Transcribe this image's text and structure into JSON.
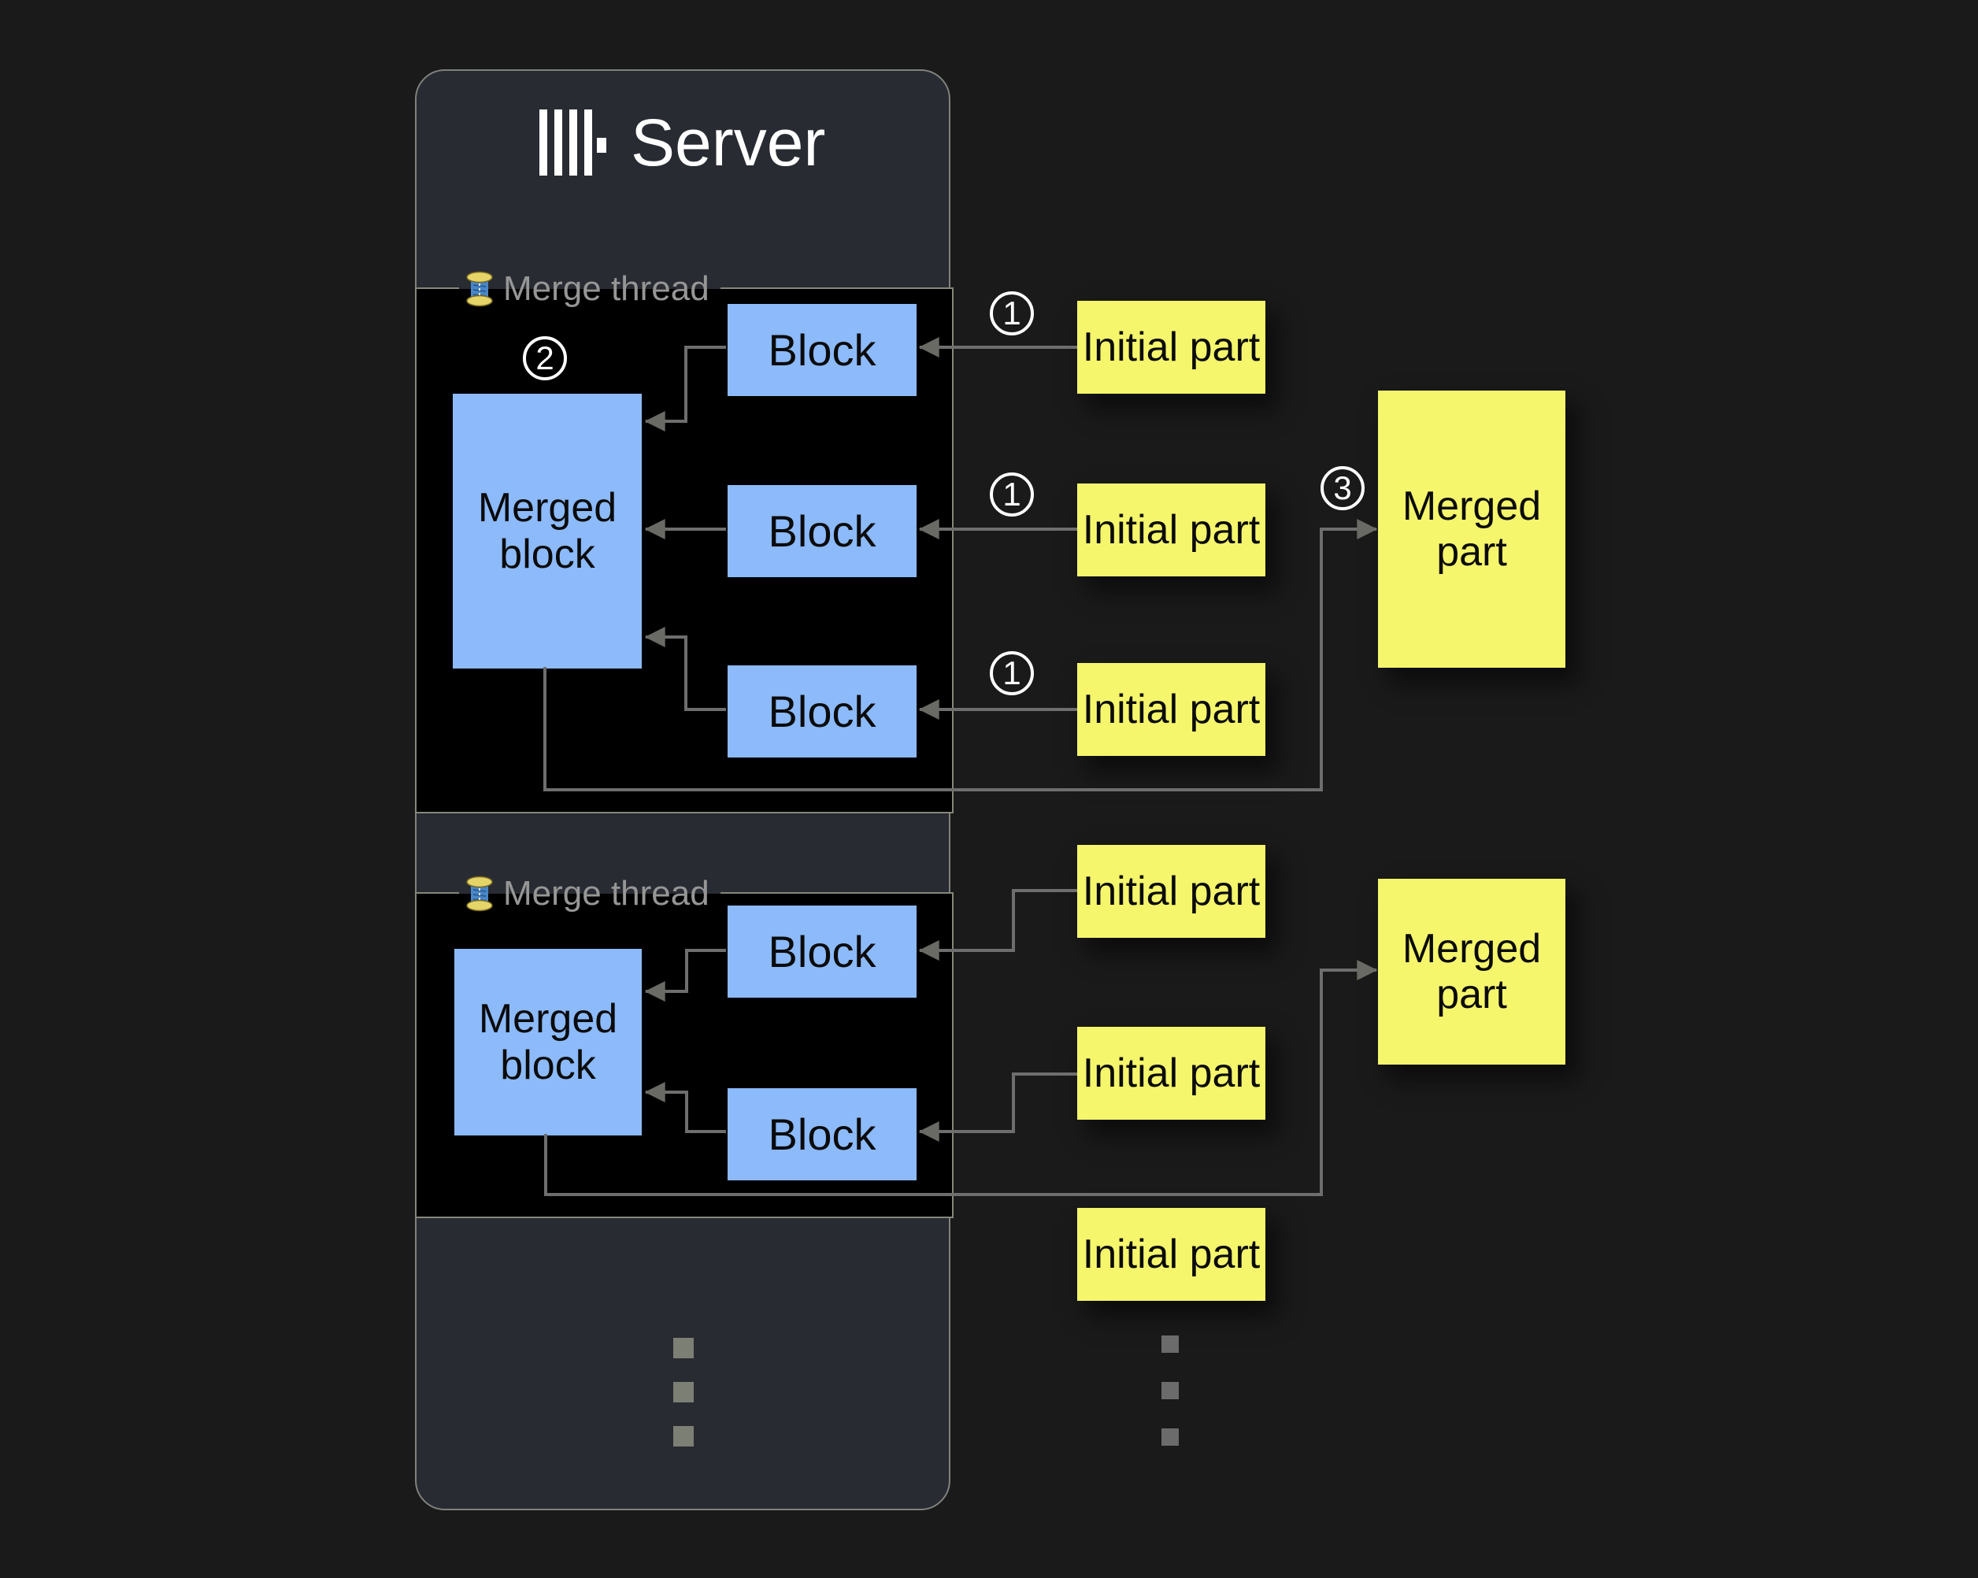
{
  "app": {
    "title": "Server"
  },
  "icons": {
    "logo": "clickhouse-logo-icon",
    "thread": "thread-spool-icon",
    "ellipsis": "vertical-ellipsis-dots"
  },
  "colors": {
    "background": "#1a1a1a",
    "card": "#282b32",
    "thread_box": "#000000",
    "block_blue": "#8cbafa",
    "part_yellow": "#f5f66c",
    "line_gray": "#6e6e6e",
    "label_gray": "#969696",
    "border_gray": "#85877a"
  },
  "steps": {
    "load_block": "1",
    "merge_blocks": "2",
    "write_merged_part": "3"
  },
  "threads": [
    {
      "label": "Merge thread",
      "merged_block": "Merged block",
      "blocks": [
        "Block",
        "Block",
        "Block"
      ]
    },
    {
      "label": "Merge thread",
      "merged_block": "Merged block",
      "blocks": [
        "Block",
        "Block"
      ]
    }
  ],
  "parts": {
    "initial": [
      "Initial part",
      "Initial part",
      "Initial part",
      "Initial part",
      "Initial part",
      "Initial part"
    ],
    "merged": [
      "Merged part",
      "Merged part"
    ]
  }
}
